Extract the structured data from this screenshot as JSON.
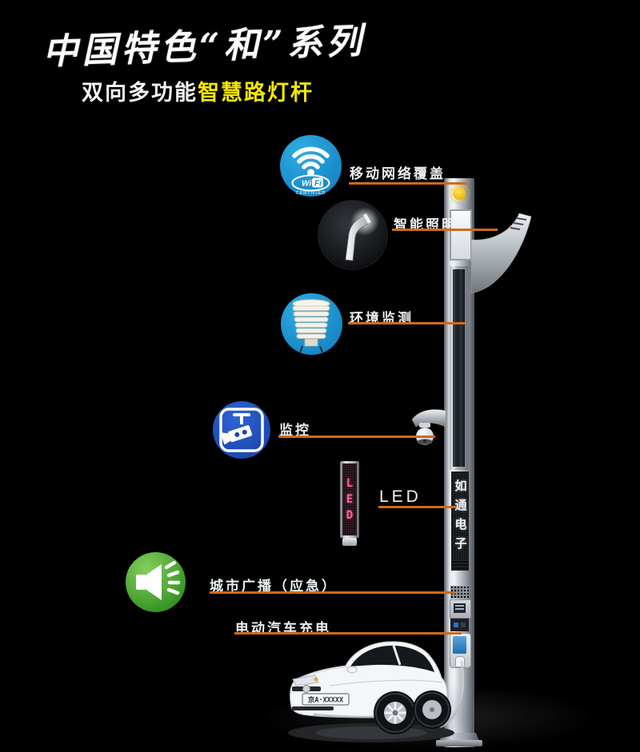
{
  "header": {
    "title": "中国特色“和”系列",
    "subtitle_prefix": "双向多功能",
    "subtitle_highlight": "智慧路灯杆"
  },
  "callouts": {
    "wifi": {
      "label": "移动网络覆盖",
      "badge_wi": "Wi",
      "badge_fi": "Fi",
      "badge_sub": "CERTIFIED"
    },
    "lighting": {
      "label": "智能照明"
    },
    "environment": {
      "label": "环境监测"
    },
    "surveillance": {
      "label": "监控"
    },
    "led": {
      "label": "LED",
      "display_letters": [
        "L",
        "E",
        "D"
      ]
    },
    "broadcast": {
      "label": "城市广播（应急）"
    },
    "charging": {
      "label": "电动汽车充电"
    }
  },
  "pole": {
    "screen_text": "如通电子"
  },
  "car": {
    "license_plate": "京A·XXXXX"
  },
  "colors": {
    "background": "#000000",
    "accent_line": "#cf6a1e",
    "subtitle_highlight": "#f3e600",
    "wifi_blue": "#1e9ad6",
    "cctv_blue": "#2056c7",
    "speaker_green": "#4aa32d",
    "led_pink": "#f0679b",
    "emblem_yellow": "#edb900"
  }
}
